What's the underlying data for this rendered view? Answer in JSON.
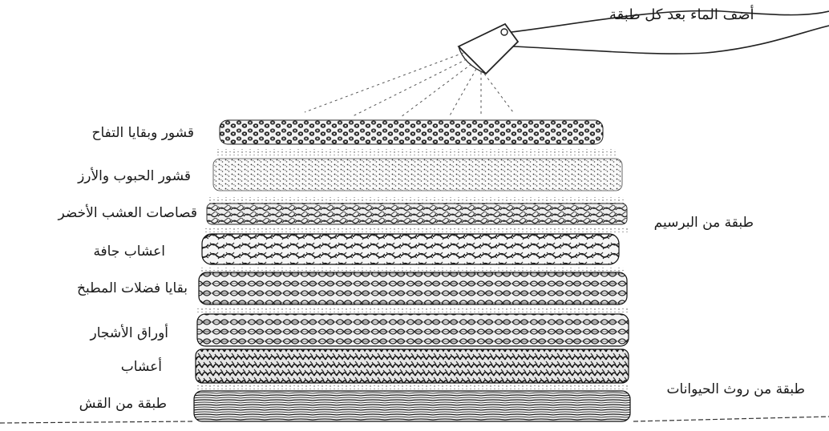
{
  "diagram": {
    "instruction": "أضف الماء بعد كل طبقة",
    "layers": [
      {
        "label": "قشور وبقايا التفاح"
      },
      {
        "label": "قشور الحبوب والأرز"
      },
      {
        "label": "قصاصات العشب الأخضر"
      },
      {
        "label": "اعشاب جافة"
      },
      {
        "label": "بقايا فضلات المطبخ"
      },
      {
        "label": "أوراق الأشجار"
      },
      {
        "label": "أعشاب"
      },
      {
        "label": "طبقة من القش"
      }
    ],
    "side_labels": [
      {
        "label": "طبقة من البرسيم"
      },
      {
        "label": "طبقة من روث الحيوانات"
      }
    ]
  }
}
